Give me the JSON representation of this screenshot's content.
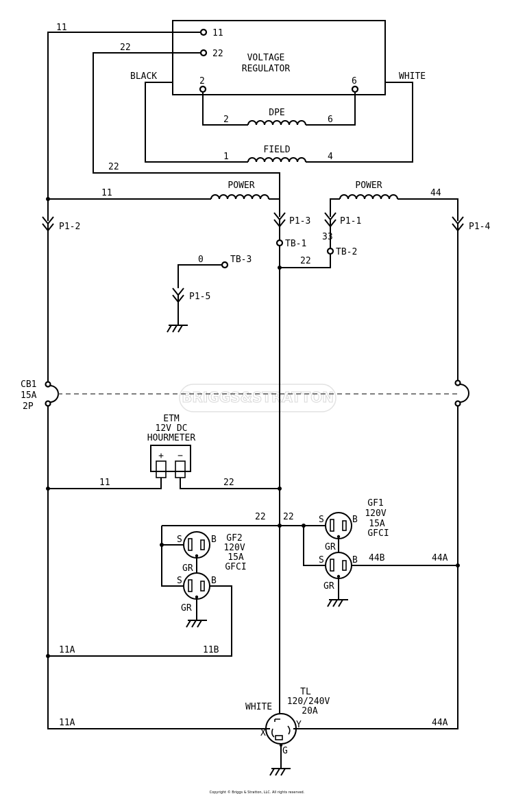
{
  "regulator": {
    "title_line1": "VOLTAGE",
    "title_line2": "REGULATOR",
    "pin_11": "11",
    "pin_22": "22",
    "pin_2": "2",
    "pin_6": "6"
  },
  "wire_colors": {
    "black": "BLACK",
    "white_top": "WHITE",
    "white_outlet": "WHITE"
  },
  "windings": {
    "dpe": "DPE",
    "field": "FIELD",
    "power_left": "POWER",
    "power_right": "POWER"
  },
  "wires": {
    "w11_top": "11",
    "w22_top": "22",
    "w22_mid": "22",
    "w11_power": "11",
    "w44_power": "44",
    "dpe_2": "2",
    "dpe_6": "6",
    "field_1": "1",
    "field_4": "4",
    "w33": "33",
    "w0": "0",
    "w22_tb": "22",
    "w11_etm": "11",
    "w22_etm": "22",
    "w22_gf_left": "22",
    "w22_gf_right": "22",
    "w44b": "44B",
    "w44a_gf": "44A",
    "w11a_mid": "11A",
    "w11b": "11B",
    "w11a_bottom": "11A",
    "w44a_bottom": "44A"
  },
  "connectors": {
    "p1_2": "P1-2",
    "p1_3": "P1-3",
    "p1_1": "P1-1",
    "p1_4": "P1-4",
    "p1_5": "P1-5"
  },
  "terminals": {
    "tb1": "TB-1",
    "tb2": "TB-2",
    "tb3": "TB-3"
  },
  "breaker": {
    "name": "CB1",
    "rating": "15A",
    "poles": "2P"
  },
  "etm": {
    "line1": "ETM",
    "line2": "12V DC",
    "line3": "HOURMETER",
    "plus": "+",
    "minus": "−"
  },
  "gf1": {
    "name": "GF1",
    "voltage": "120V",
    "amps": "15A",
    "type": "GFCI"
  },
  "gf2": {
    "name": "GF2",
    "voltage": "120V",
    "amps": "15A",
    "type": "GFCI"
  },
  "receptacle_pins": {
    "s": "S",
    "b": "B",
    "gr": "GR"
  },
  "twistlock": {
    "name": "TL",
    "voltage": "120/240V",
    "amps": "20A",
    "x": "X",
    "y": "Y",
    "g": "G"
  },
  "watermark": "BRIGGS&STRATTON",
  "copyright": "Copyright © Briggs & Stratton, LLC. All rights reserved."
}
